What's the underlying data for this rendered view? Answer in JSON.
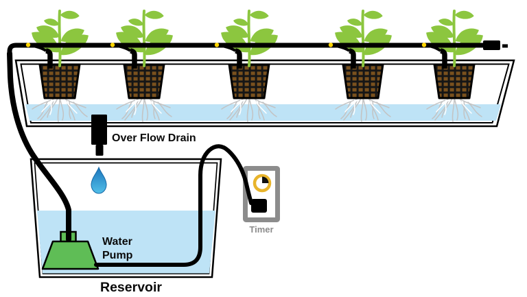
{
  "labels": {
    "overflow_drain": "Over Flow Drain",
    "water_pump_line1": "Water",
    "water_pump_line2": "Pump",
    "reservoir": "Reservoir",
    "timer": "Timer"
  },
  "system": {
    "plant_count": 5,
    "emitter_count": 5
  },
  "colors": {
    "leaf_green": "#8CC63F",
    "pot_brown": "#7A511E",
    "mesh_black": "#161616",
    "water_blue": "#BEE3F6",
    "pump_green": "#5FBD56",
    "emitter_yellow": "#FFD400",
    "timer_yellow": "#E8B42B",
    "timer_gray": "#8C8C8C",
    "timer_label_gray": "#8C8C8C",
    "drop_dark": "#1B75BC",
    "drop_light": "#52BFE8",
    "line_black": "#000000",
    "root_gray": "#C3C3C3",
    "root_highlight": "#FFFFFF"
  }
}
